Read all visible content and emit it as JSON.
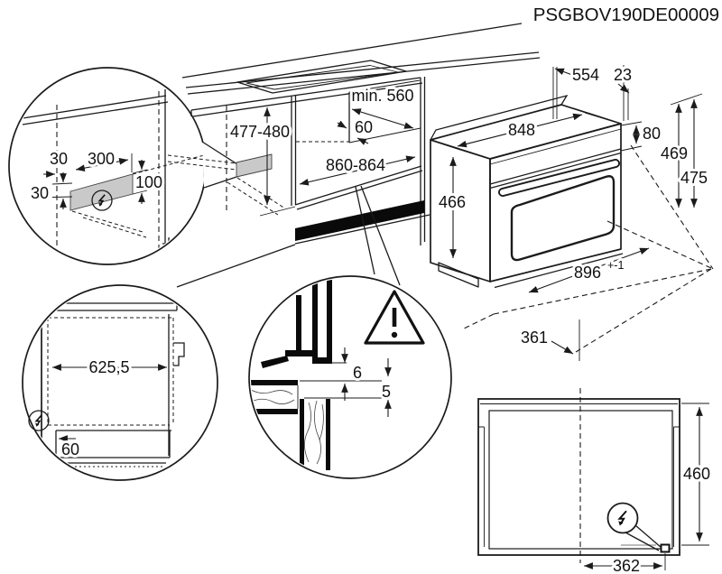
{
  "title": "PSGBOV190DE00009",
  "colors": {
    "line": "#1b1b1b",
    "shade": "#c9c9c9",
    "plinth": "#0a0a0a",
    "background": "#ffffff"
  },
  "icons": {
    "electrical": "lightning-bolt-icon",
    "warning": "warning-triangle-icon"
  },
  "connection_detail": {
    "side_offset": "30",
    "length": "300",
    "bottom_offset": "30",
    "height": "100"
  },
  "niche": {
    "height": "477-480",
    "depth": "min. 560",
    "rear_gap": "60",
    "width": "860-864"
  },
  "oven": {
    "top_depth": "554",
    "rear_clearance": "23",
    "width": "848",
    "control_panel_height": "80",
    "height_rear": "469",
    "niche_height": "475",
    "height_front": "466",
    "cutout_width": "896",
    "cutout_width_tolerance": "+-1",
    "base_depth": "361"
  },
  "base_cabinet_detail": {
    "inner_depth": "625,5",
    "plinth_recess": "60"
  },
  "gap_detail": {
    "top_gap": "6",
    "bottom_gap": "5"
  },
  "top_view": {
    "depth": "460",
    "connection_offset": "362"
  }
}
